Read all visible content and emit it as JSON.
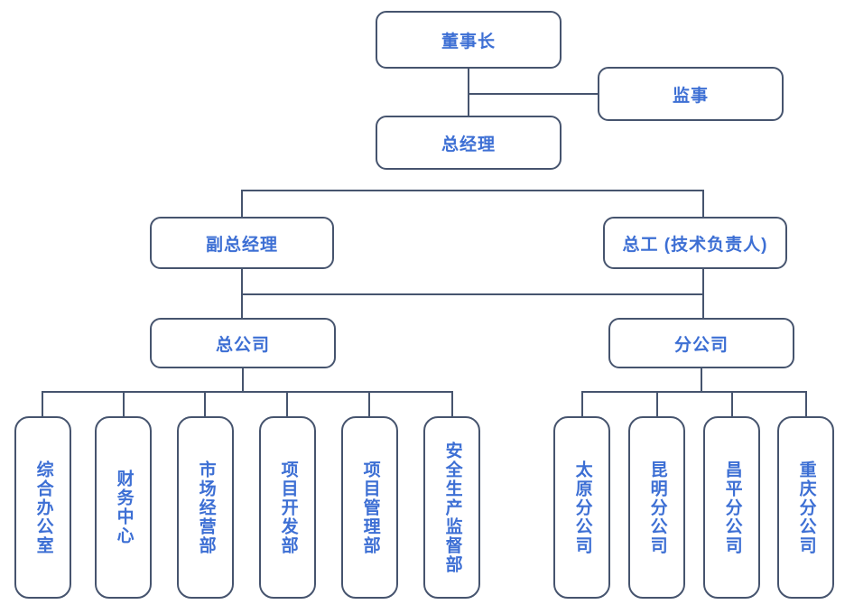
{
  "chart_data": {
    "type": "diagram",
    "diagram_kind": "organizational-chart",
    "title": "",
    "orientation": "top-down",
    "colors": {
      "box_border": "#46546e",
      "box_fill": "#ffffff",
      "label_text": "#3d6fd4",
      "connector_line": "#46546e",
      "background": "#ffffff"
    },
    "nodes": [
      {
        "id": "chairman",
        "label": "董事长",
        "level": 1,
        "orientation": "horizontal"
      },
      {
        "id": "supervisor",
        "label": "监事",
        "level": 1,
        "orientation": "horizontal"
      },
      {
        "id": "general-manager",
        "label": "总经理",
        "level": 2,
        "orientation": "horizontal"
      },
      {
        "id": "deputy-gm",
        "label": "副总经理",
        "level": 3,
        "orientation": "horizontal"
      },
      {
        "id": "chief-engineer",
        "label": "总工 (技术负责人)",
        "level": 3,
        "orientation": "horizontal"
      },
      {
        "id": "head-office",
        "label": "总公司",
        "level": 4,
        "orientation": "horizontal"
      },
      {
        "id": "branch-office",
        "label": "分公司",
        "level": 4,
        "orientation": "horizontal"
      },
      {
        "id": "dept-admin",
        "label": "综合办公室",
        "level": 5,
        "orientation": "vertical",
        "parent": "head-office"
      },
      {
        "id": "dept-finance",
        "label": "财务中心",
        "level": 5,
        "orientation": "vertical",
        "parent": "head-office"
      },
      {
        "id": "dept-market",
        "label": "市场经营部",
        "level": 5,
        "orientation": "vertical",
        "parent": "head-office"
      },
      {
        "id": "dept-projdev",
        "label": "项目开发部",
        "level": 5,
        "orientation": "vertical",
        "parent": "head-office"
      },
      {
        "id": "dept-projmgmt",
        "label": "项目管理部",
        "level": 5,
        "orientation": "vertical",
        "parent": "head-office"
      },
      {
        "id": "dept-safety",
        "label": "安全生产监督部",
        "level": 5,
        "orientation": "vertical",
        "parent": "head-office"
      },
      {
        "id": "branch-taiyuan",
        "label": "太原分公司",
        "level": 5,
        "orientation": "vertical",
        "parent": "branch-office"
      },
      {
        "id": "branch-kunming",
        "label": "昆明分公司",
        "level": 5,
        "orientation": "vertical",
        "parent": "branch-office"
      },
      {
        "id": "branch-changping",
        "label": "昌平分公司",
        "level": 5,
        "orientation": "vertical",
        "parent": "branch-office"
      },
      {
        "id": "branch-chongqing",
        "label": "重庆分公司",
        "level": 5,
        "orientation": "vertical",
        "parent": "branch-office"
      }
    ],
    "edges": [
      {
        "from": "chairman",
        "to": "general-manager"
      },
      {
        "from": "chairman",
        "to": "supervisor"
      },
      {
        "from": "deputy-gm",
        "to": "head-office"
      },
      {
        "from": "chief-engineer",
        "to": "branch-office"
      },
      {
        "from": "head-office",
        "to": "dept-admin"
      },
      {
        "from": "head-office",
        "to": "dept-finance"
      },
      {
        "from": "head-office",
        "to": "dept-market"
      },
      {
        "from": "head-office",
        "to": "dept-projdev"
      },
      {
        "from": "head-office",
        "to": "dept-projmgmt"
      },
      {
        "from": "head-office",
        "to": "dept-safety"
      },
      {
        "from": "branch-office",
        "to": "branch-taiyuan"
      },
      {
        "from": "branch-office",
        "to": "branch-kunming"
      },
      {
        "from": "branch-office",
        "to": "branch-changping"
      },
      {
        "from": "branch-office",
        "to": "branch-chongqing"
      }
    ]
  },
  "org": {
    "chairman": "董事长",
    "supervisor": "监事",
    "general_manager": "总经理",
    "deputy_gm": "副总经理",
    "chief_engineer": "总工 (技术负责人)",
    "head_office": "总公司",
    "branch_office": "分公司",
    "departments": [
      "综合办公室",
      "财务中心",
      "市场经营部",
      "项目开发部",
      "项目管理部",
      "安全生产监督部"
    ],
    "branches": [
      "太原分公司",
      "昆明分公司",
      "昌平分公司",
      "重庆分公司"
    ]
  }
}
